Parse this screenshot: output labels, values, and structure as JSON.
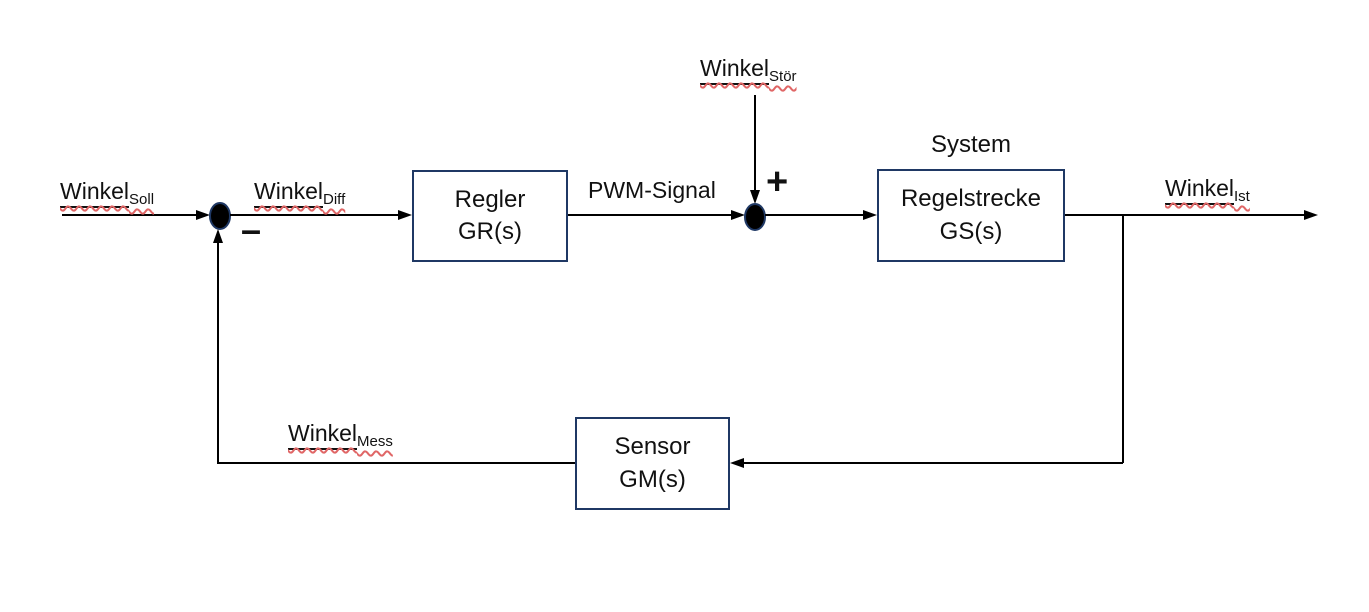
{
  "diagram": {
    "kind": "control-loop-block-diagram",
    "language": "de",
    "colors": {
      "box_border": "#1f3864",
      "line": "#000000",
      "text": "#111111",
      "squiggle": "#e06666",
      "background": "#ffffff"
    },
    "labels": {
      "winkel_soll": {
        "base": "Winkel",
        "sub": "Soll"
      },
      "winkel_diff": {
        "base": "Winkel",
        "sub": "Diff"
      },
      "winkel_stoer": {
        "base": "Winkel",
        "sub": "Stör"
      },
      "winkel_ist": {
        "base": "Winkel",
        "sub": "Ist"
      },
      "winkel_mess": {
        "base": "Winkel",
        "sub": "Mess"
      },
      "pwm_signal": "PWM-Signal",
      "system": "System",
      "plus": "+",
      "minus": "–"
    },
    "blocks": {
      "regler": {
        "line1": "Regler",
        "line2": "GR(s)"
      },
      "regelstrecke": {
        "line1": "Regelstrecke",
        "line2": "GS(s)"
      },
      "sensor": {
        "line1": "Sensor",
        "line2": "GM(s)"
      }
    }
  }
}
